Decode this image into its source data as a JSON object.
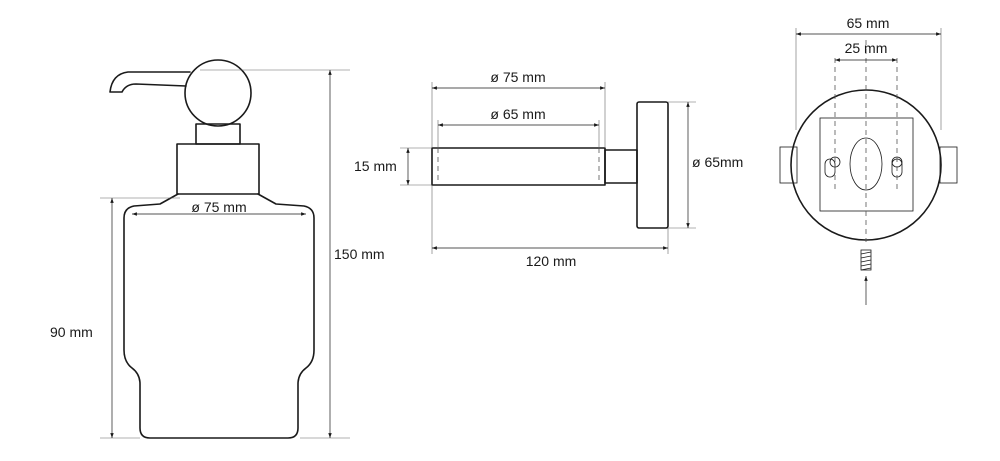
{
  "dimensions": {
    "dispenser_width": "ø 75 mm",
    "dispenser_height": "150 mm",
    "container_height": "90 mm",
    "side_outer_diameter": "ø 75 mm",
    "side_inner_diameter": "ø 65 mm",
    "side_thickness": "15 mm",
    "side_plate_diameter": "ø 65mm",
    "side_length": "120 mm",
    "plate_width": "65 mm",
    "screw_spacing": "25 mm"
  }
}
